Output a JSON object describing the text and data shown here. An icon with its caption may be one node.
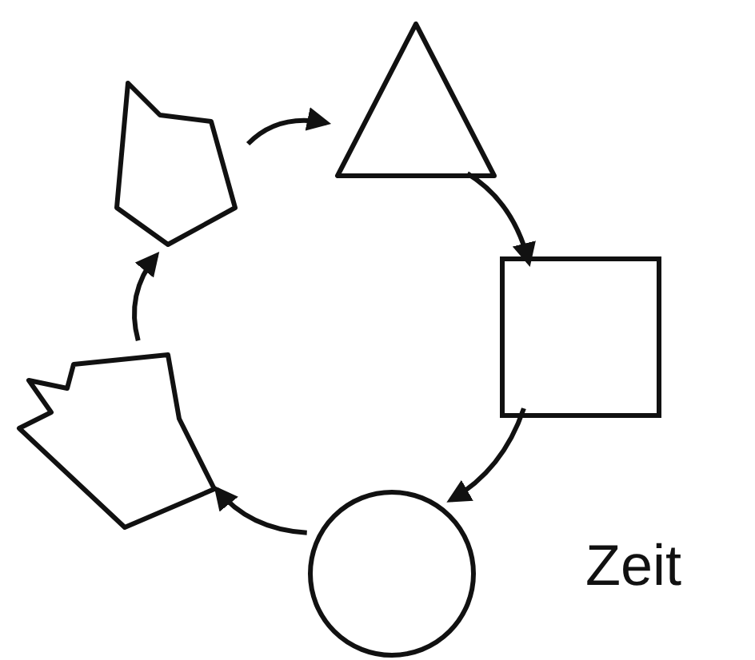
{
  "diagram": {
    "nodes": [
      {
        "text": [],
        "shape": "polygon"
      },
      {
        "text": [],
        "shape": "triangle"
      },
      {
        "text": [],
        "shape": "box"
      },
      {
        "text": [],
        "shape": "circle"
      },
      {
        "text": [],
        "shape": "polygon"
      }
    ],
    "edges": [
      {
        "from": 0,
        "to": 1,
        "arrow": "to"
      },
      {
        "from": 1,
        "to": 2,
        "arrow": "to"
      },
      {
        "from": 2,
        "to": 3,
        "arrow": "to"
      },
      {
        "from": 3,
        "to": 4,
        "arrow": "to"
      },
      {
        "from": 4,
        "to": 0,
        "arrow": "to"
      }
    ],
    "labels": [
      "Zeit"
    ]
  }
}
